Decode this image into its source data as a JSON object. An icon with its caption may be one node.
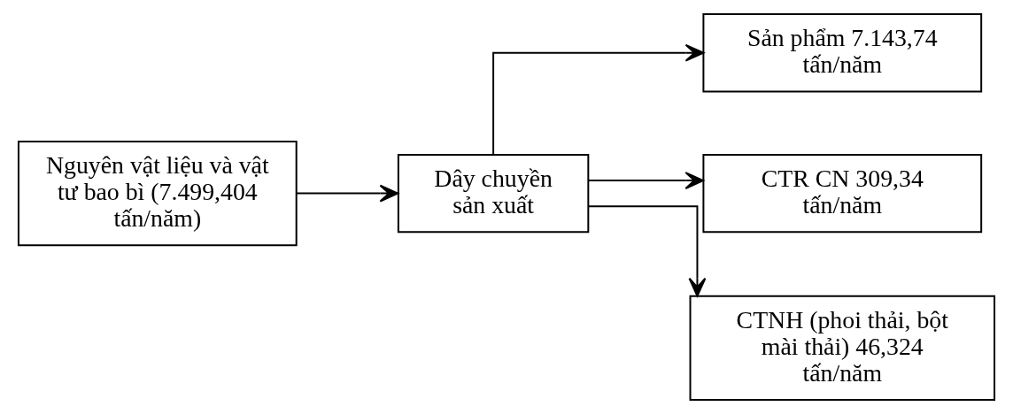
{
  "diagram": {
    "nodes": [
      {
        "text": [
          "Nguyên vật liệu và vật tư bao bì (7.499,404 tấn/năm)"
        ]
      },
      {
        "text": [
          "Dây chuyền sản xuất"
        ]
      },
      {
        "text": [
          "Sản phẩm 7.143,74 tấn/năm"
        ]
      },
      {
        "text": [
          "CTR CN 309,34 tấn/năm"
        ]
      },
      {
        "text": [
          "CTNH (phoi thải, bột mài thải) 46,324 tấn/năm"
        ]
      }
    ],
    "edges": [
      {
        "from": 0,
        "to": 1,
        "arrow": "to"
      },
      {
        "from": 1,
        "to": 2,
        "arrow": "to"
      },
      {
        "from": 1,
        "to": 3,
        "arrow": "to"
      },
      {
        "from": 1,
        "to": 4,
        "arrow": "to"
      }
    ]
  }
}
